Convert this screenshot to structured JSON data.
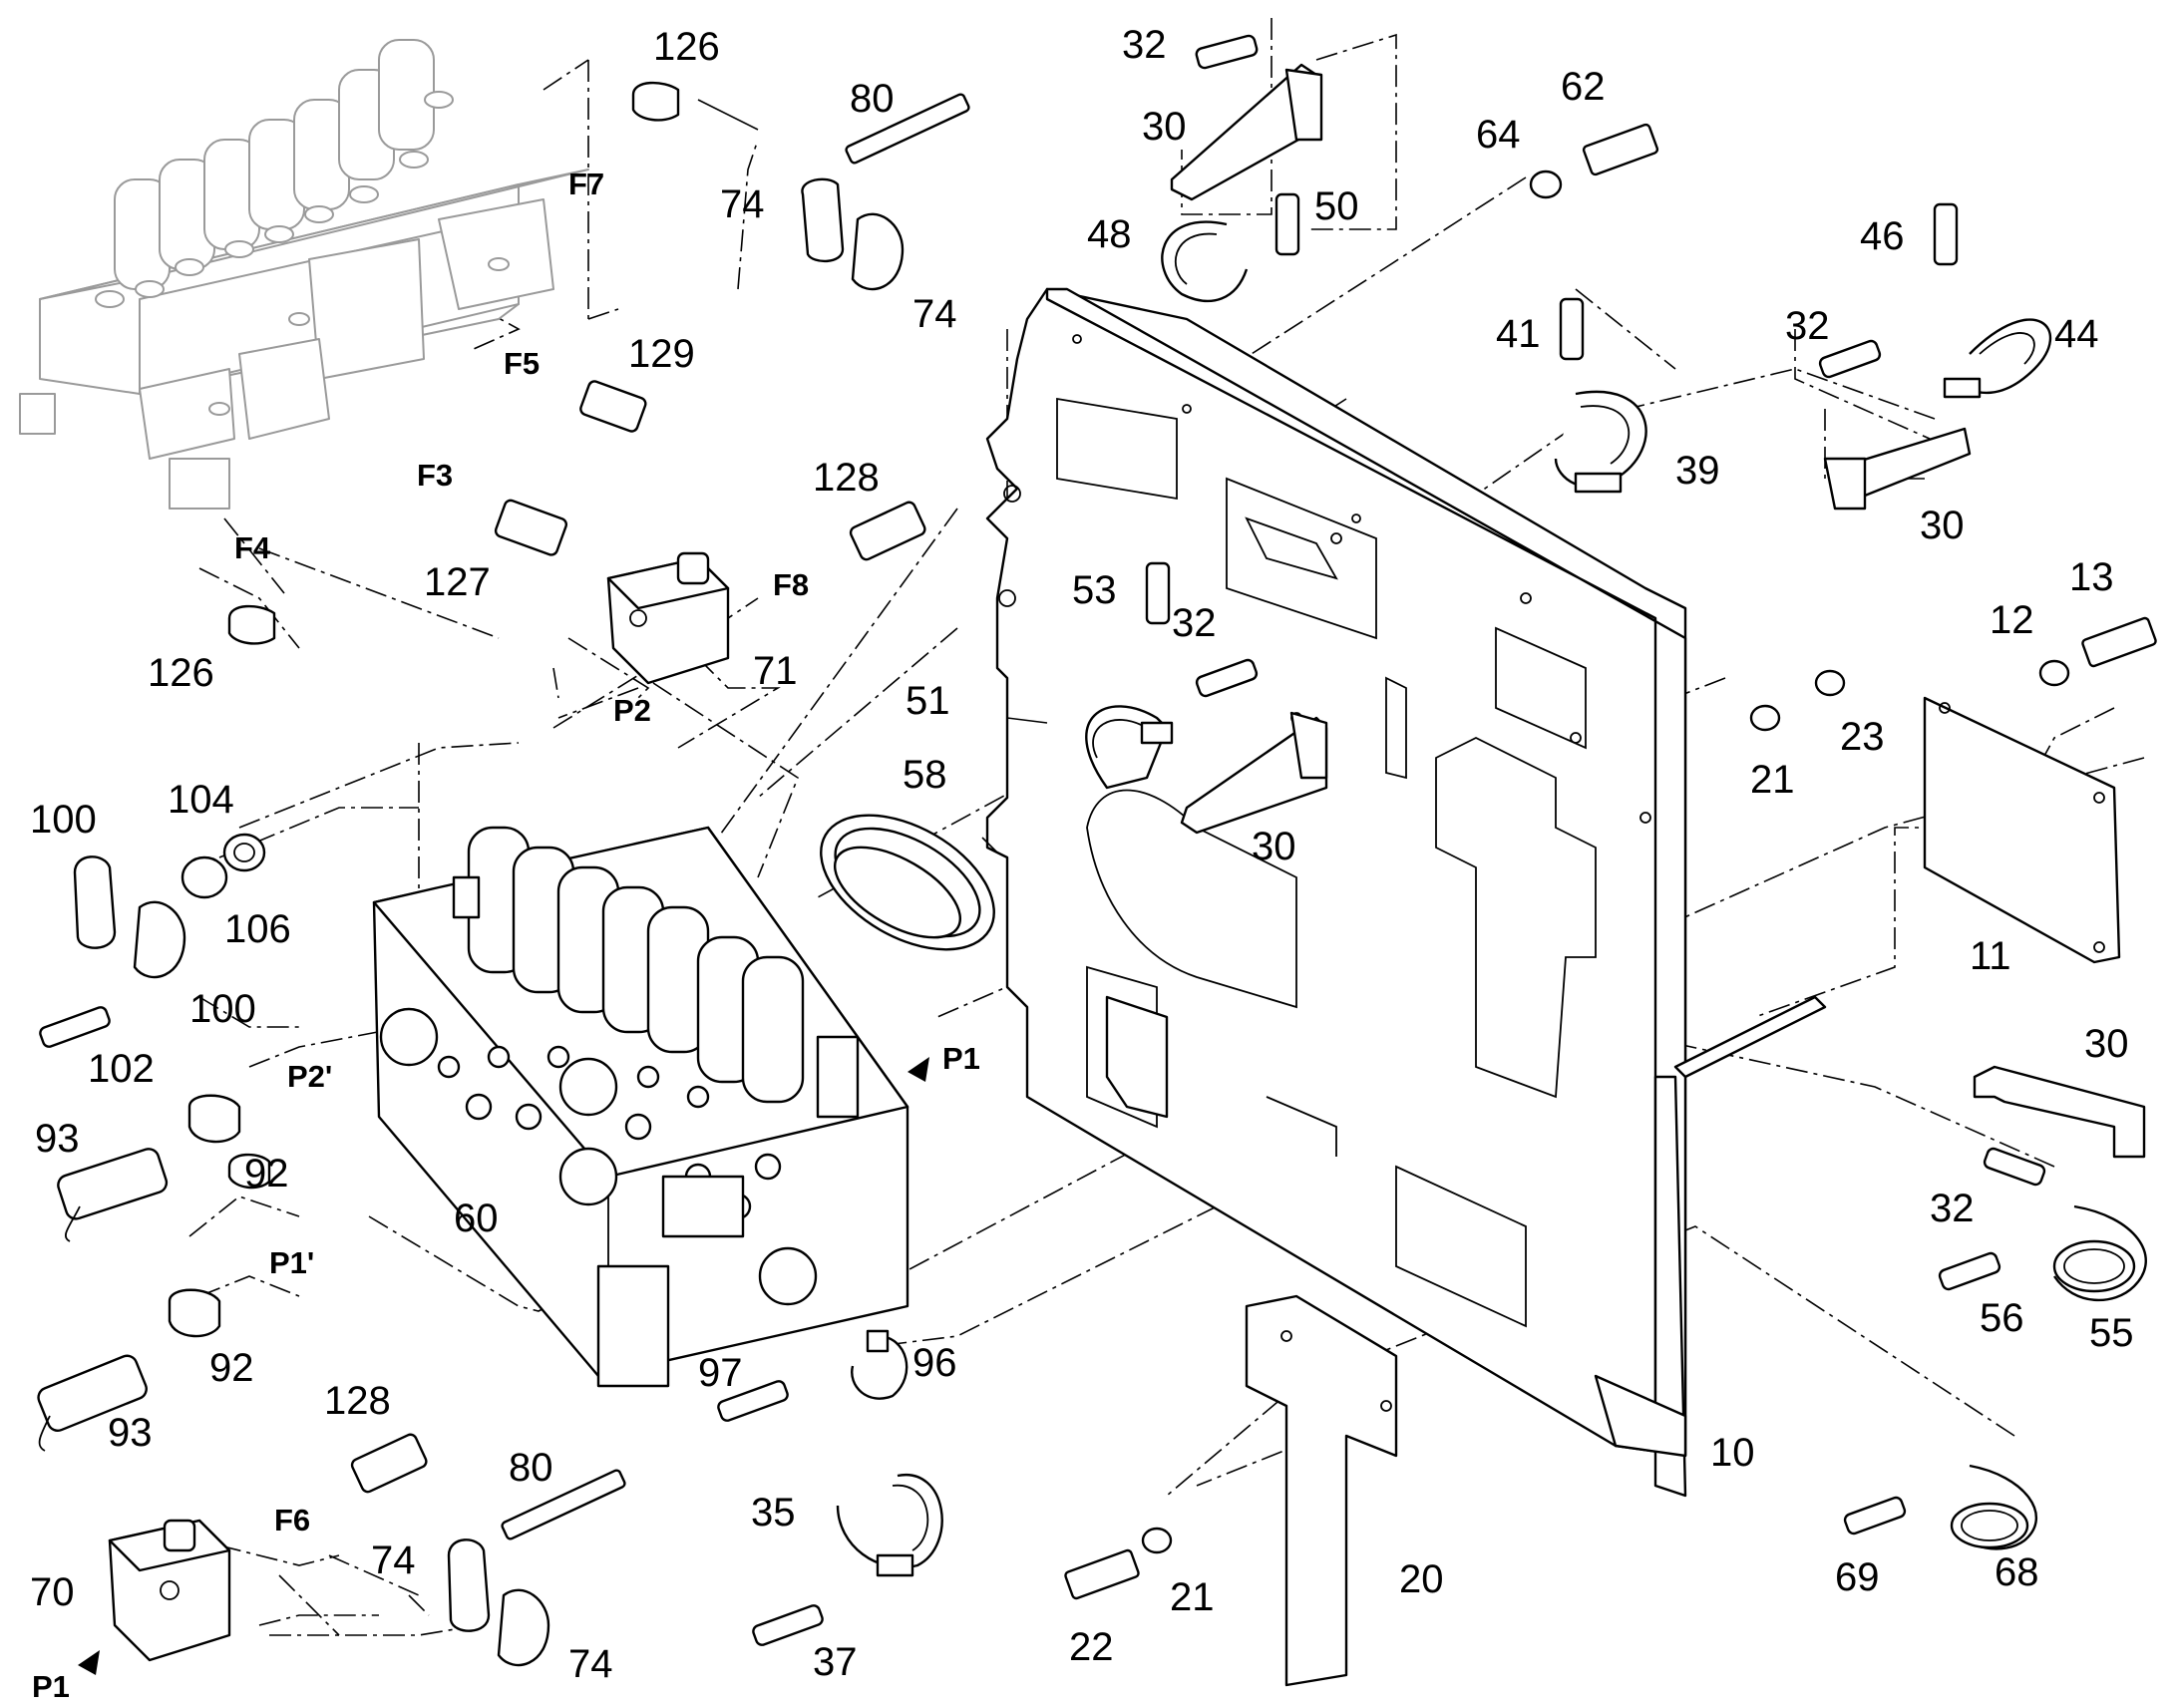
{
  "labels": {
    "l126a": "126",
    "l80a": "80",
    "l32a": "32",
    "l62": "62",
    "l30a": "30",
    "l64": "64",
    "l74a": "74",
    "l50": "50",
    "l48": "48",
    "l74b": "74",
    "l46": "46",
    "l41": "41",
    "l32b": "32",
    "l44": "44",
    "l129": "129",
    "l39": "39",
    "l30b": "30",
    "l128a": "128",
    "l127": "127",
    "l53": "53",
    "l13": "13",
    "l32c": "32",
    "l12": "12",
    "l126b": "126",
    "l71": "71",
    "l51": "51",
    "l23": "23",
    "l58": "58",
    "l21a": "21",
    "l30c": "30",
    "l104": "104",
    "l100a": "100",
    "l106": "106",
    "l11": "11",
    "l100b": "100",
    "l30d": "30",
    "l102": "102",
    "l93a": "93",
    "l92a": "92",
    "l32d": "32",
    "l60": "60",
    "l56": "56",
    "l55": "55",
    "l97": "97",
    "l96": "96",
    "l92b": "92",
    "l128b": "128",
    "l93b": "93",
    "l80b": "80",
    "l10": "10",
    "l35": "35",
    "l74c": "74",
    "l20": "20",
    "l70": "70",
    "l21b": "21",
    "l69": "69",
    "l68": "68",
    "l74d": "74",
    "l37": "37",
    "l22": "22"
  },
  "ports": {
    "F7": "F7",
    "F5": "F5",
    "F3": "F3",
    "F4": "F4",
    "F8": "F8",
    "P2": "P2",
    "P2prime": "P2'",
    "P1": "P1",
    "P1prime": "P1'",
    "F6": "F6",
    "P1out": "P1"
  }
}
